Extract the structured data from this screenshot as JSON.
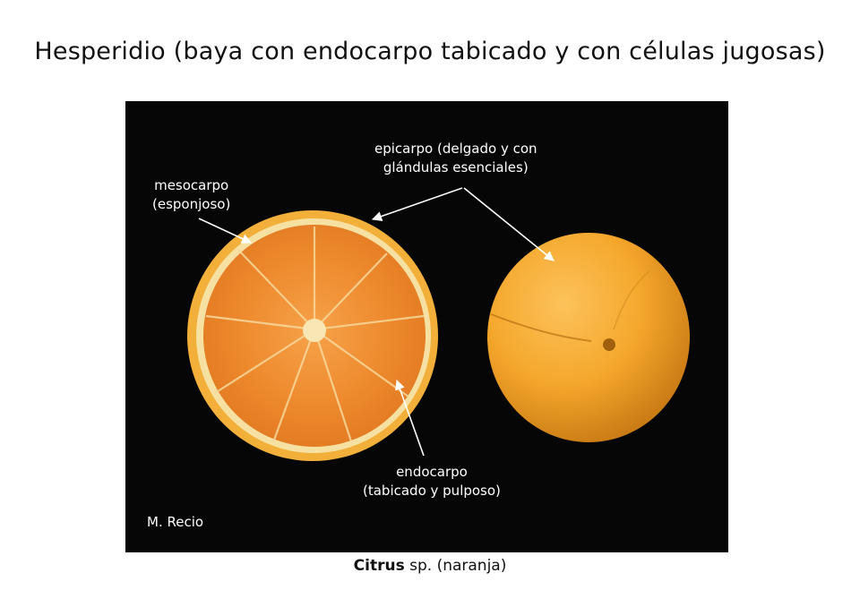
{
  "title": "Hesperidio (baya con endocarpo tabicado y con células jugosas)",
  "labels": {
    "mesocarpo_line1": "mesocarpo",
    "mesocarpo_line2": "(esponjoso)",
    "epicarpo_line1": "epicarpo (delgado y con",
    "epicarpo_line2": "glándulas esenciales)",
    "endocarpo_line1": "endocarpo",
    "endocarpo_line2": "(tabicado y pulposo)"
  },
  "credit": "M. Recio",
  "caption": {
    "genus": "Citrus",
    "rest": " sp. (naranja)"
  },
  "colors": {
    "background": "#060606",
    "rind": "#f4b23a",
    "pith": "#f7e3a8",
    "pulp": "#ee8a2e",
    "label_text": "#ffffff"
  }
}
